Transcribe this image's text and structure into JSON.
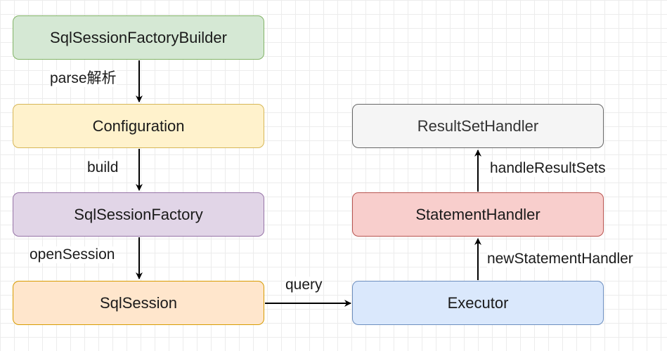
{
  "nodes": {
    "builder": {
      "label": "SqlSessionFactoryBuilder",
      "fill": "#d5e8d4",
      "stroke": "#82b366"
    },
    "configuration": {
      "label": "Configuration",
      "fill": "#fff2cc",
      "stroke": "#d6b656"
    },
    "factory": {
      "label": "SqlSessionFactory",
      "fill": "#e1d5e7",
      "stroke": "#9673a6"
    },
    "session": {
      "label": "SqlSession",
      "fill": "#ffe6cc",
      "stroke": "#d79b00"
    },
    "executor": {
      "label": "Executor",
      "fill": "#dae8fc",
      "stroke": "#6c8ebf"
    },
    "statement_handler": {
      "label": "StatementHandler",
      "fill": "#f8cecc",
      "stroke": "#b85450"
    },
    "resultset_handler": {
      "label": "ResultSetHandler",
      "fill": "#f5f5f5",
      "stroke": "#666666",
      "text_color": "#333333"
    }
  },
  "edges": {
    "parse": "parse解析",
    "build": "build",
    "open_session": "openSession",
    "query": "query",
    "new_statement_handler": "newStatementHandler",
    "handle_result_sets": "handleResultSets"
  }
}
